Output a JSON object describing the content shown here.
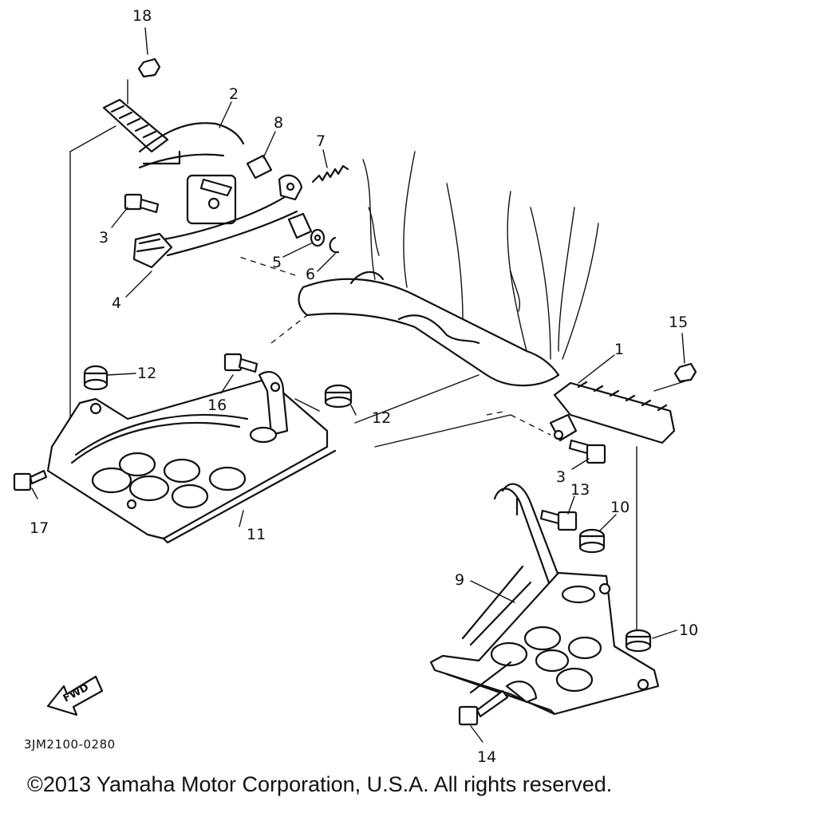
{
  "callouts": {
    "c1": "1",
    "c2": "2",
    "c3a": "3",
    "c3b": "3",
    "c4": "4",
    "c5": "5",
    "c6": "6",
    "c7": "7",
    "c8": "8",
    "c9": "9",
    "c10a": "10",
    "c10b": "10",
    "c11": "11",
    "c12a": "12",
    "c12b": "12",
    "c13": "13",
    "c14": "14",
    "c15": "15",
    "c16": "16",
    "c17": "17",
    "c18": "18"
  },
  "fwd_label": "FWD",
  "drawing_code": "3JM2100-0280",
  "copyright": "©2013 Yamaha Motor Corporation, U.S.A. All rights reserved."
}
